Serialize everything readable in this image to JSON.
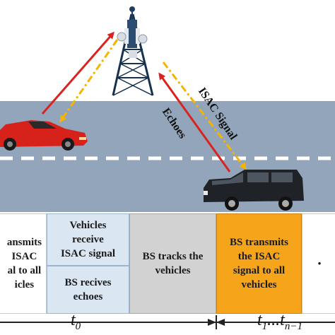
{
  "signals": {
    "isac": "ISAC Signal",
    "echoes": "Echoes"
  },
  "timeline": {
    "box_transmit_left": "ansmits\nISAC\nal to all\nicles",
    "box_receive": "Vehicles\nreceive\nISAC signal",
    "box_echoes": "BS recives\nechoes",
    "box_track": "BS tracks the\nvehicles",
    "box_transmit": "BS transmits\nthe ISAC\nsignal to all\nvehicles",
    "box_ellipsis": "·",
    "t0_base": "t",
    "t0_sub": "0",
    "t_right_base": "t",
    "t_right_sub1": "1",
    "t_right_mid": "...t",
    "t_right_sub2": "n−1"
  },
  "colors": {
    "road": "#93a5ba",
    "lane_marking": "#ffffff",
    "downlink_arrow": "#f4b400",
    "uplink_arrow": "#d9231f",
    "box_blue": "#dbe6f3",
    "box_grey": "#d2d2d2",
    "box_orange": "#f6a51b"
  }
}
